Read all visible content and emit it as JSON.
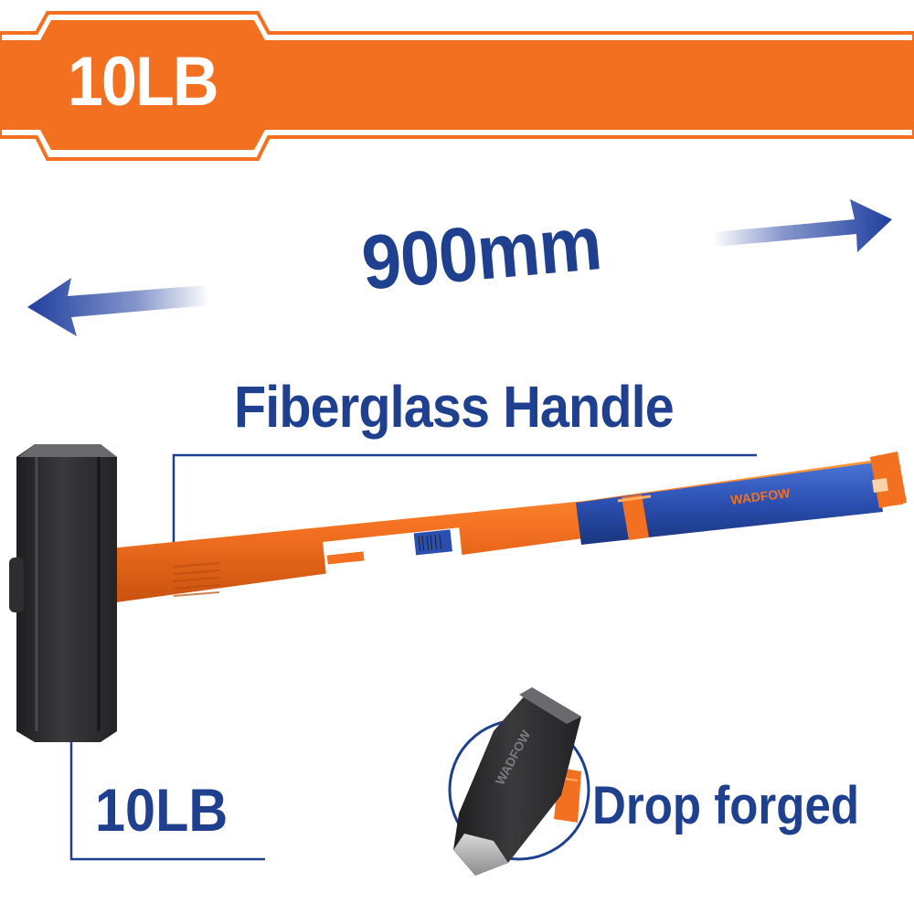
{
  "banner": {
    "weight_label": "10LB"
  },
  "dimension": {
    "length_label": "900mm"
  },
  "callouts": {
    "handle_label": "Fiberglass Handle",
    "head_weight_label": "10LB",
    "forged_label": "Drop forged"
  },
  "product": {
    "brand_name": "WADFOW"
  },
  "colors": {
    "orange": "#f37021",
    "blue": "#1f3f8f",
    "handle_blue": "#2a4fb0",
    "steel": "#2b2b2d"
  },
  "icons": [
    "arrow-left-icon",
    "arrow-right-icon"
  ]
}
